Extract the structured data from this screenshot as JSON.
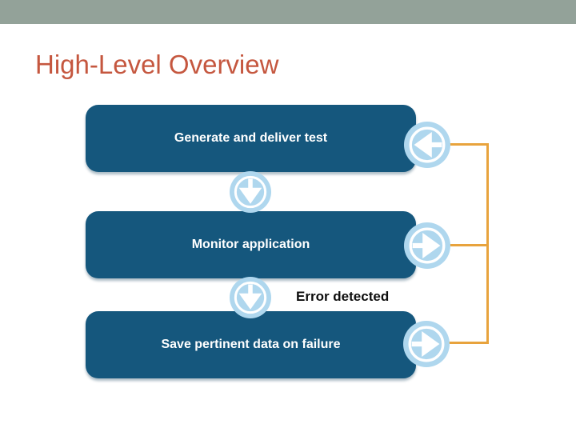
{
  "slide": {
    "title": "High-Level Overview"
  },
  "diagram": {
    "steps": [
      {
        "label": "Generate and deliver test",
        "side_icon": "left-arrow-icon"
      },
      {
        "label": "Monitor application",
        "side_icon": "right-arrow-icon"
      },
      {
        "label": "Save pertinent data on failure",
        "side_icon": "right-arrow-icon"
      }
    ],
    "between_step_icons": [
      "down-arrow-icon",
      "down-arrow-icon"
    ],
    "annotation": "Error detected",
    "feedback_loop": "right-side orange connector from all three steps back to first step"
  },
  "colors": {
    "header_bar": "#93A299",
    "title_text": "#C5573F",
    "step_box_fill": "#15577D",
    "step_box_text": "#FFFFFF",
    "badge_fill": "#AFD7EE",
    "badge_glyph": "#FFFFFF",
    "connector_line": "#E8A33D",
    "annotation_text": "#0D0D0D",
    "background": "#FFFFFF"
  }
}
